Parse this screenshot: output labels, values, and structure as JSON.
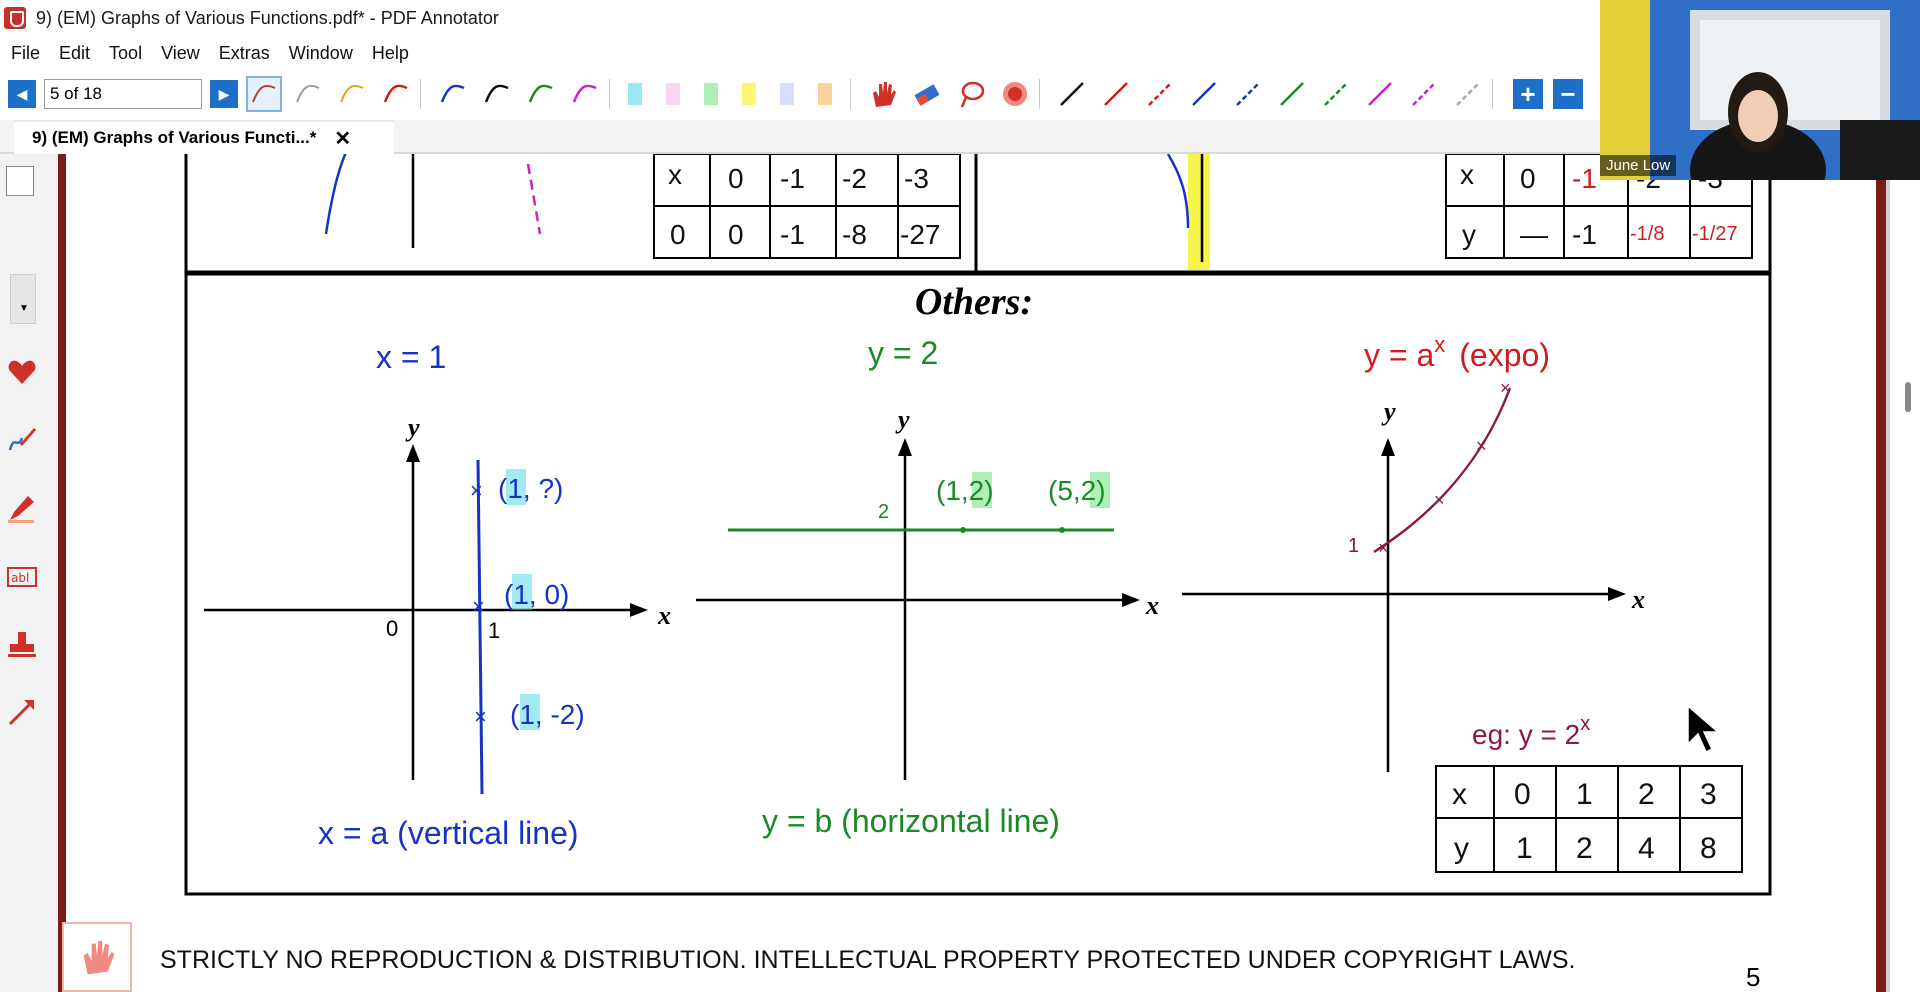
{
  "window": {
    "title": "9) (EM) Graphs of Various Functions.pdf* - PDF Annotator"
  },
  "menu": {
    "items": [
      "File",
      "Edit",
      "Tool",
      "View",
      "Extras",
      "Window",
      "Help"
    ]
  },
  "toolbar": {
    "page_indicator": "5 of 18"
  },
  "tab": {
    "label": "9) (EM) Graphs of Various Functi...*",
    "close_label": "✕"
  },
  "webcam": {
    "participant_name": "June Low"
  },
  "page": {
    "section_title": "Others:",
    "footer": "STRICTLY NO REPRODUCTION & DISTRIBUTION. INTELLECTUAL PROPERTY PROTECTED UNDER COPYRIGHT LAWS.",
    "page_number": "5",
    "top_left_table": [
      [
        "x",
        "0",
        "-1",
        "-2",
        "-3"
      ],
      [
        "0",
        "0",
        "-1",
        "-8",
        "-27"
      ]
    ],
    "top_right_table": [
      [
        "x",
        "0",
        "-1",
        "-2",
        "-3"
      ],
      [
        "y",
        "—",
        "-1",
        "-1/8",
        "-1/27"
      ]
    ],
    "graph1": {
      "heading": "x = 1",
      "caption": "x = a (vertical line)",
      "axis_x": "x",
      "axis_y": "y",
      "origin": "0",
      "tick": "1",
      "points": [
        "(1, ?)",
        "(1, 0)",
        "(1, -2)"
      ]
    },
    "graph2": {
      "heading": "y = 2",
      "caption": "y = b (horizontal line)",
      "axis_x": "x",
      "axis_y": "y",
      "tick": "2",
      "points": [
        "(1,2)",
        "(5,2)"
      ]
    },
    "graph3": {
      "heading": "y = a",
      "heading_sup": "x",
      "heading_note": "(expo)",
      "axis_x": "x",
      "axis_y": "y",
      "tick": "1",
      "example": "eg: y = 2",
      "example_sup": "x",
      "table": [
        [
          "x",
          "0",
          "1",
          "2",
          "3"
        ],
        [
          "y",
          "1",
          "2",
          "4",
          "8"
        ]
      ]
    }
  }
}
